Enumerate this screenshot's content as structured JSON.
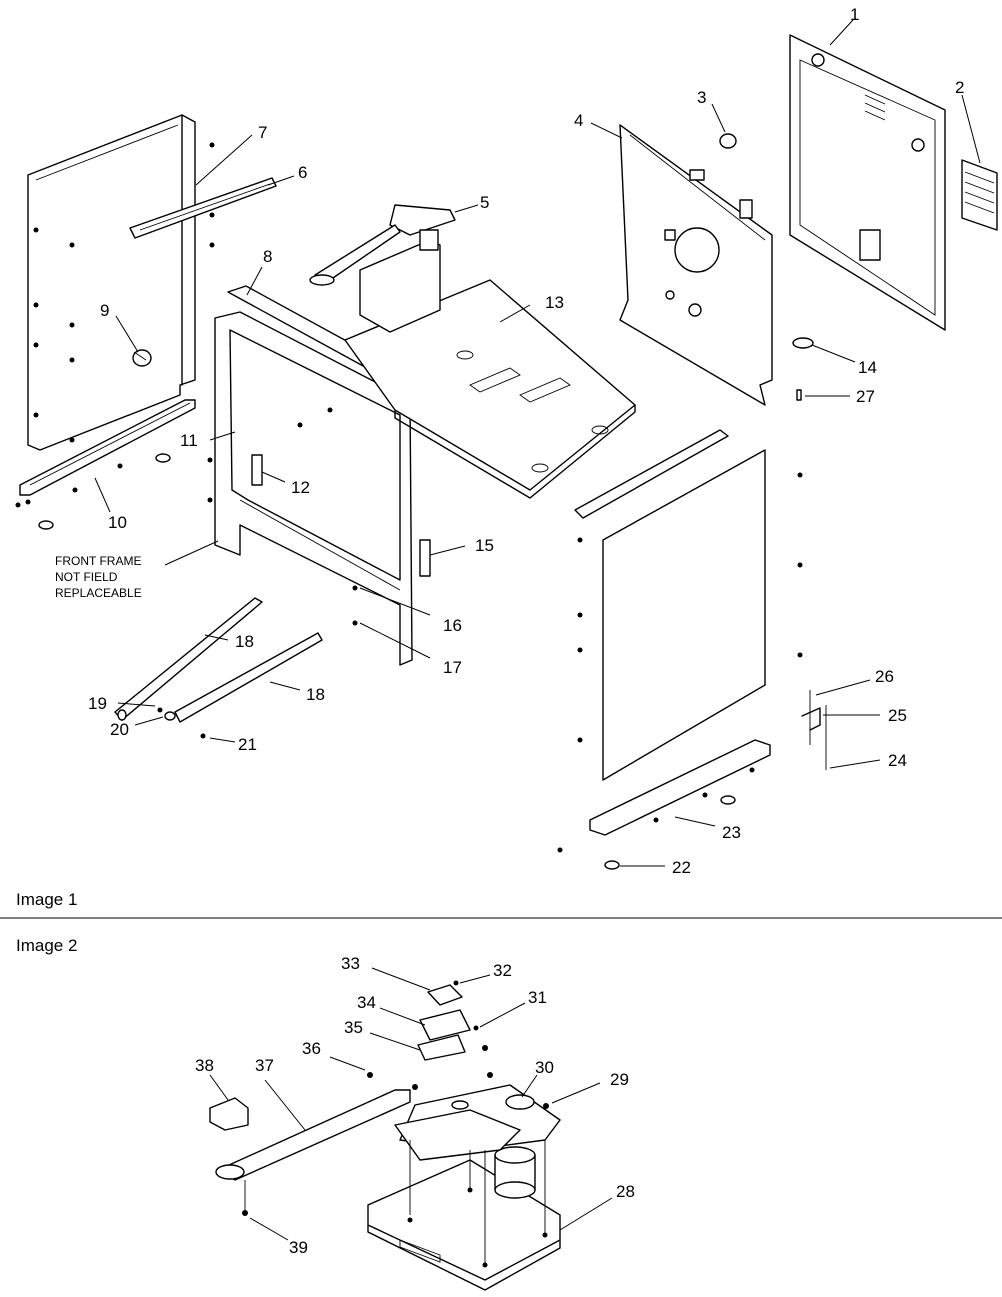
{
  "sections": [
    {
      "id": "image1",
      "title": "Image 1"
    },
    {
      "id": "image2",
      "title": "Image 2"
    }
  ],
  "note": {
    "lines": [
      "FRONT FRAME",
      "NOT FIELD",
      "REPLACEABLE"
    ]
  },
  "callouts": {
    "c1": "1",
    "c2": "2",
    "c3": "3",
    "c4": "4",
    "c5": "5",
    "c6": "6",
    "c7": "7",
    "c8": "8",
    "c9": "9",
    "c10": "10",
    "c11": "11",
    "c12": "12",
    "c13": "13",
    "c14": "14",
    "c15": "15",
    "c16": "16",
    "c17": "17",
    "c18a": "18",
    "c18b": "18",
    "c19": "19",
    "c20": "20",
    "c21": "21",
    "c22": "22",
    "c23": "23",
    "c24": "24",
    "c25": "25",
    "c26": "26",
    "c27": "27",
    "c28": "28",
    "c29": "29",
    "c30": "30",
    "c31": "31",
    "c32": "32",
    "c33": "33",
    "c34": "34",
    "c35": "35",
    "c36": "36",
    "c37": "37",
    "c38": "38",
    "c39": "39"
  }
}
